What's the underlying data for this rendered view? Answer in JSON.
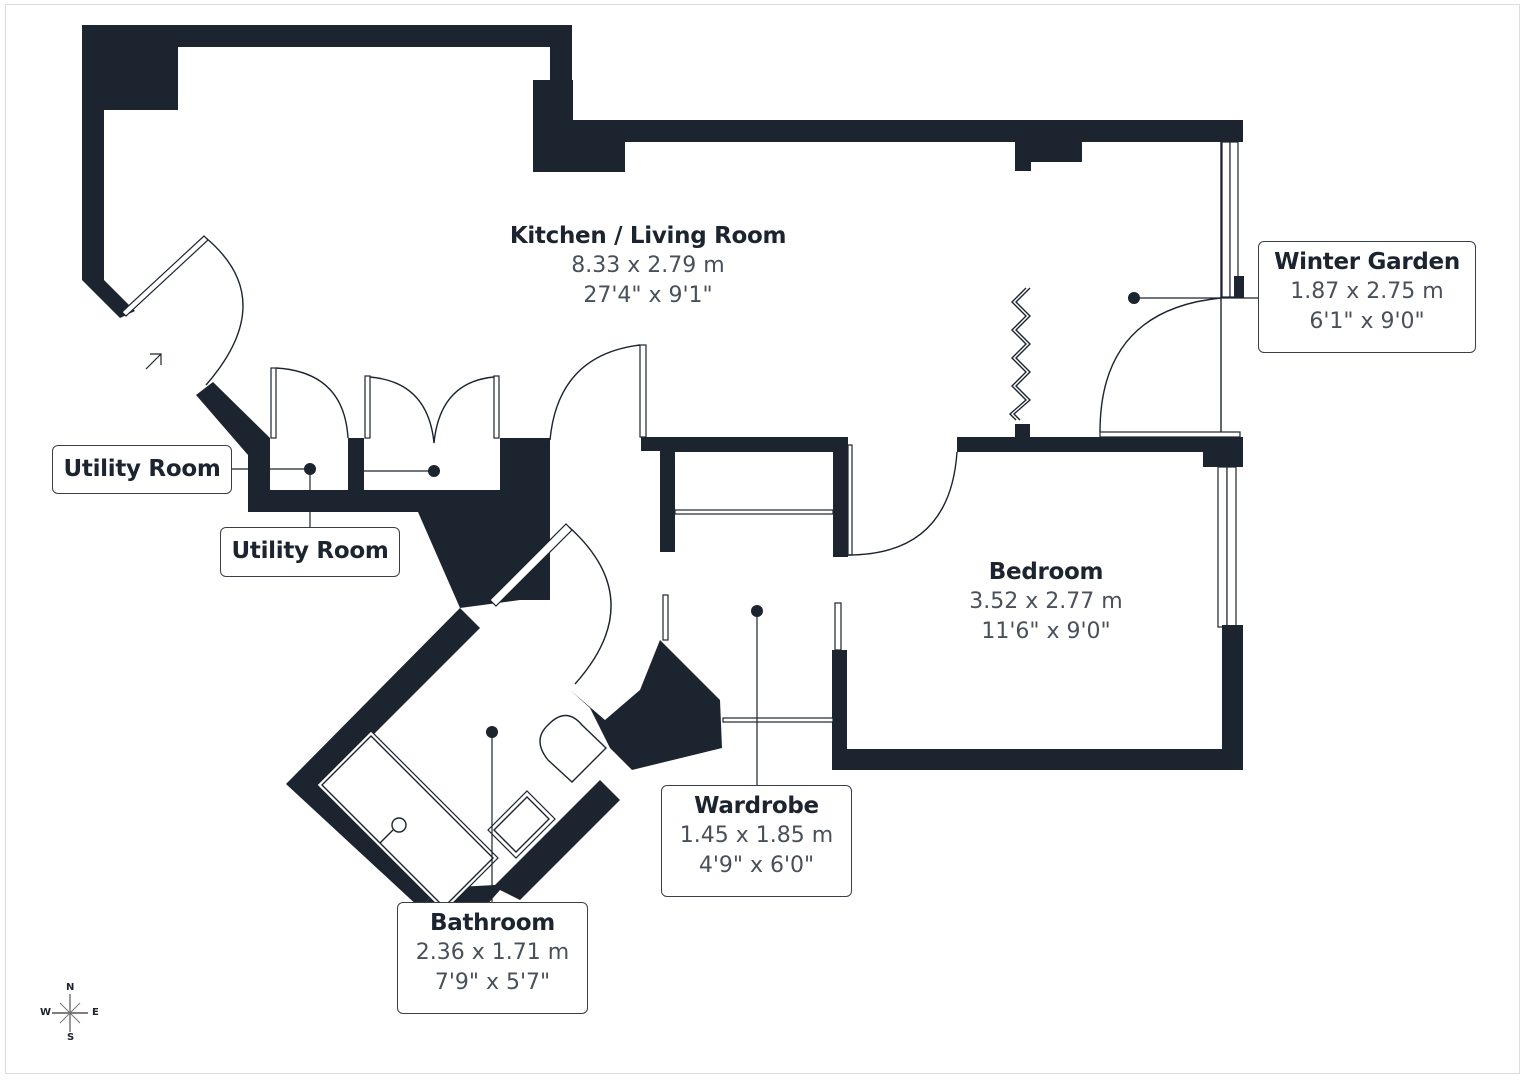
{
  "floorplan": {
    "colors": {
      "wall": "#1c2430",
      "label_border": "#3a3f47",
      "dim_text": "#4a505a",
      "background": "#ffffff"
    },
    "rooms": [
      {
        "id": "kitchen",
        "name": "Kitchen / Living Room",
        "metric": "8.33 x 2.79 m",
        "imperial": "27'4\" x 9'1\""
      },
      {
        "id": "winter_garden",
        "name": "Winter Garden",
        "metric": "1.87 x 2.75 m",
        "imperial": "6'1\" x 9'0\""
      },
      {
        "id": "utility_1",
        "name": "Utility Room"
      },
      {
        "id": "utility_2",
        "name": "Utility Room"
      },
      {
        "id": "bedroom",
        "name": "Bedroom",
        "metric": "3.52 x 2.77 m",
        "imperial": "11'6\" x 9'0\""
      },
      {
        "id": "wardrobe",
        "name": "Wardrobe",
        "metric": "1.45 x 1.85 m",
        "imperial": "4'9\" x 6'0\""
      },
      {
        "id": "bathroom",
        "name": "Bathroom",
        "metric": "2.36 x 1.71 m",
        "imperial": "7'9\" x 5'7\""
      }
    ],
    "entrance_icon": "entrance-arrow-icon",
    "compass": {
      "n": "N",
      "s": "S",
      "e": "E",
      "w": "W"
    }
  }
}
